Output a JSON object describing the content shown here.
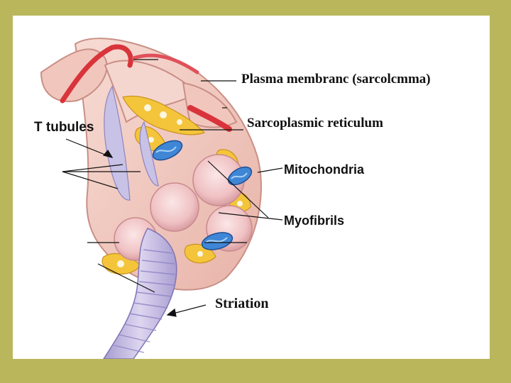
{
  "slide": {
    "frame_color": "#b9b65c",
    "panel_color": "#ffffff"
  },
  "labels": {
    "plasma_membrane": "Plasma membranc (sarcolcmma)",
    "sarcoplasmic_reticulum": "Sarcoplasmic reticulum",
    "t_tubules": "T tubules",
    "mitochondria": "Mitochondria",
    "myofibrils": "Myofibrils",
    "striation": "Striation"
  },
  "colors": {
    "muscle_fiber": "#f1c8c0",
    "sarcolemma": "#e79a8c",
    "blood_vessel": "#d9343b",
    "reticulum": "#f4c53a",
    "myofibril": "#f3c9c9",
    "mitochondria": "#3f86d6",
    "t_tubule": "#c8c2e6",
    "striation_tube": "#c6bce0"
  }
}
